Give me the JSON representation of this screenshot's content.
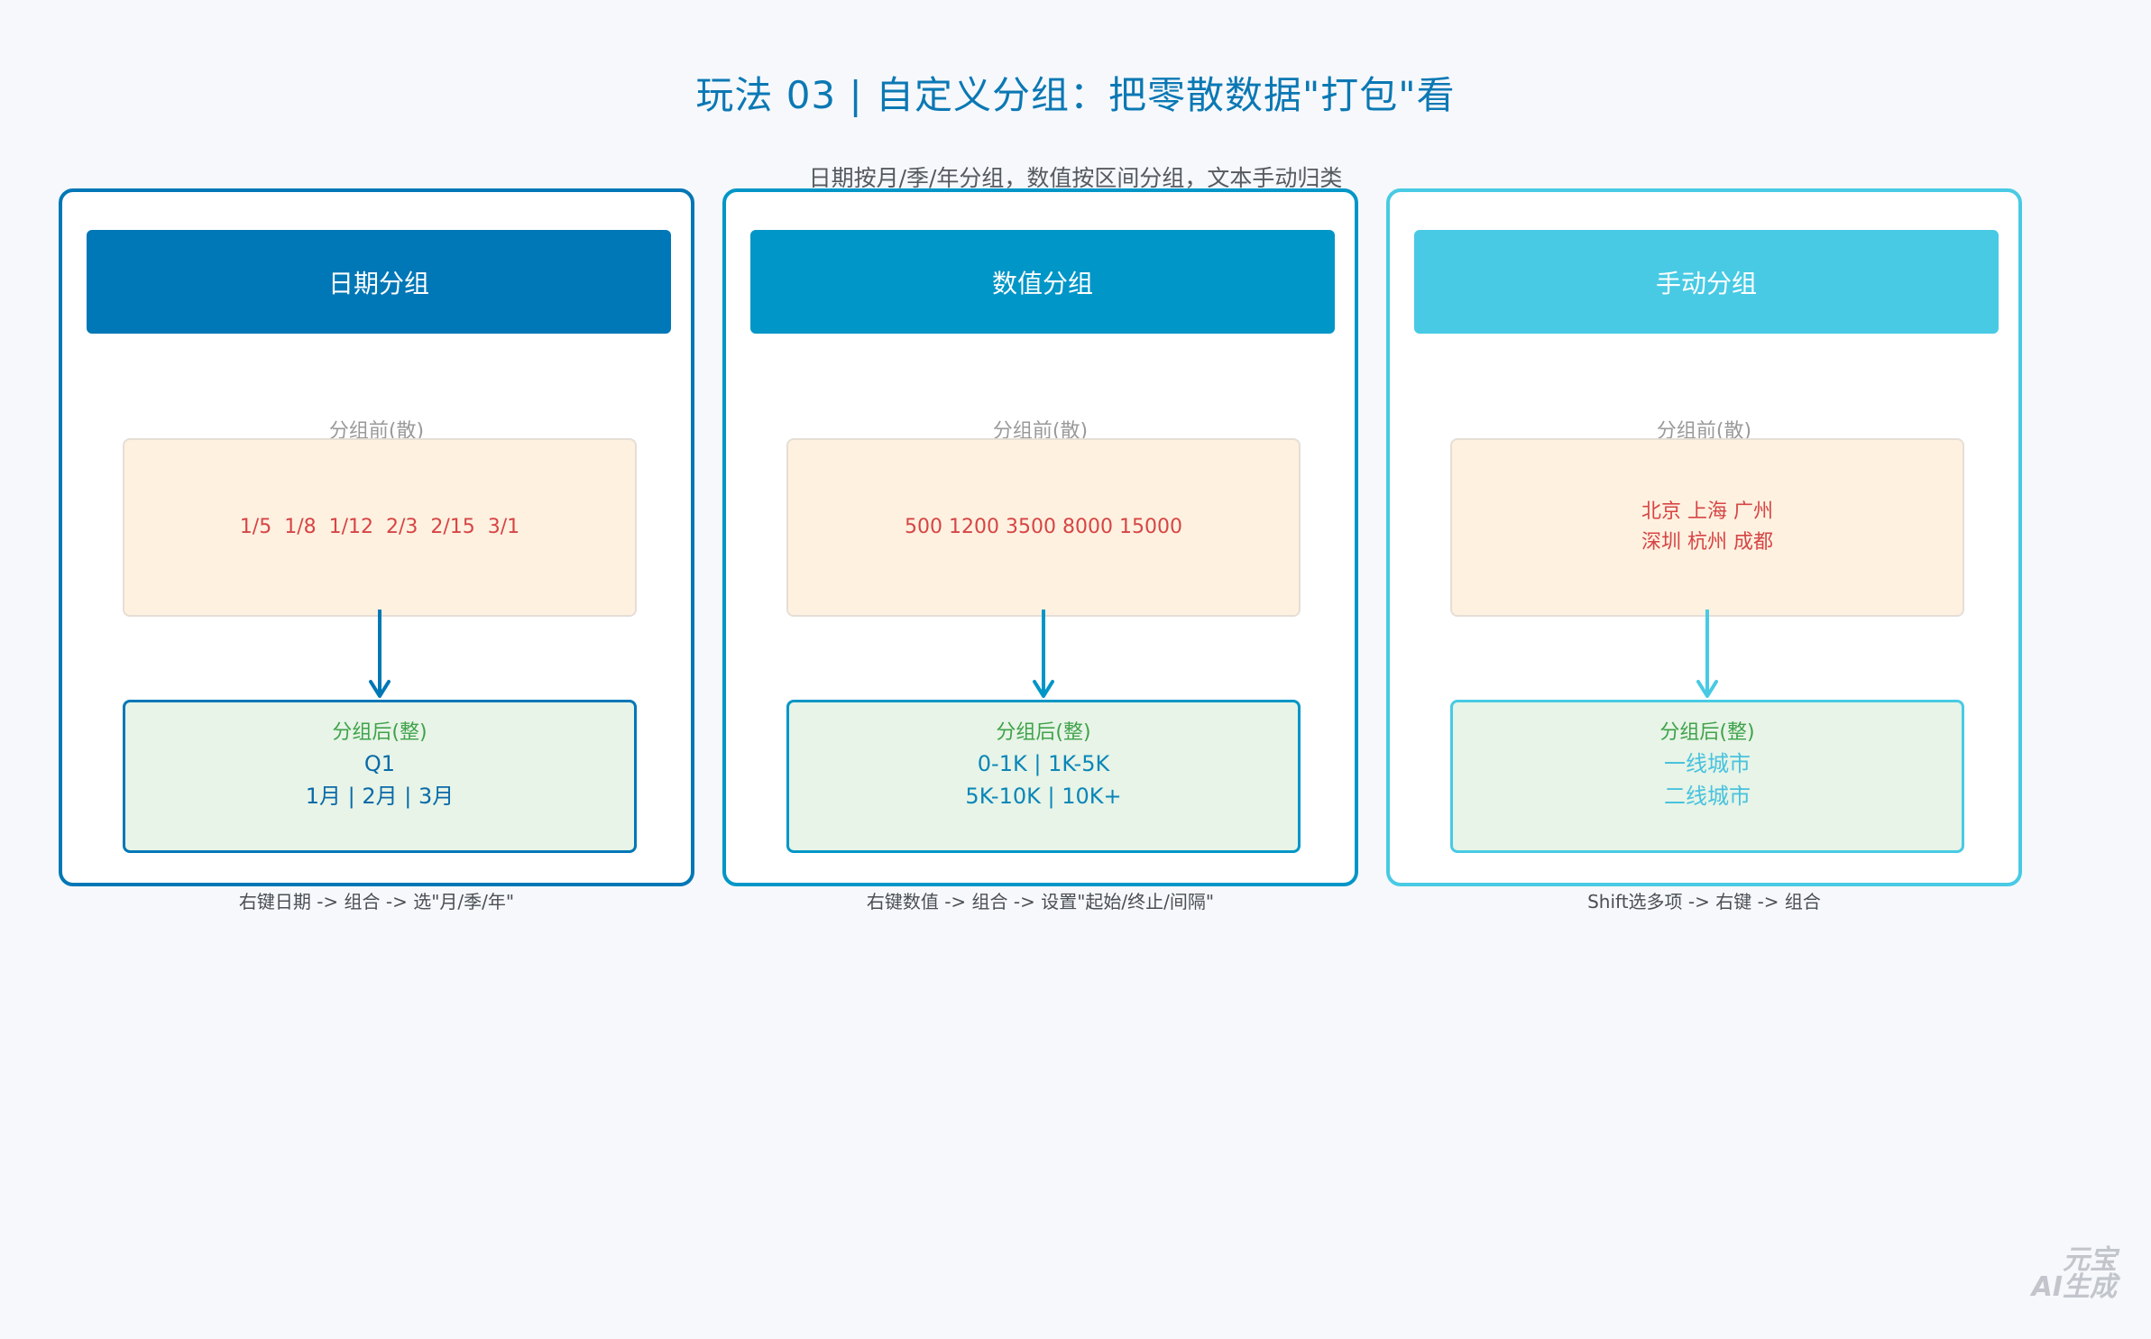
{
  "title": "玩法 03 | 自定义分组：把零散数据\"打包\"看",
  "subtitle": "日期按月/季/年分组，数值按区间分组，文本手动归类",
  "panels": [
    {
      "header": "日期分组",
      "before_label": "分组前(散)",
      "before_lines": [
        "1/5  1/8  1/12  2/3  2/15  3/1"
      ],
      "after_label": "分组后(整)",
      "after_lines": [
        "Q1",
        "1月 | 2月 | 3月"
      ],
      "footnote": "右键日期 -> 组合 -> 选\"月/季/年\"",
      "accent": "#0077b6",
      "after_text_color": "#0a6aa8"
    },
    {
      "header": "数值分组",
      "before_label": "分组前(散)",
      "before_lines": [
        "500 1200 3500 8000 15000"
      ],
      "after_label": "分组后(整)",
      "after_lines": [
        "0-1K | 1K-5K",
        "5K-10K | 10K+"
      ],
      "footnote": "右键数值 -> 组合 -> 设置\"起始/终止/间隔\"",
      "accent": "#0096c7",
      "after_text_color": "#0a86b8"
    },
    {
      "header": "手动分组",
      "before_label": "分组前(散)",
      "before_lines": [
        "北京 上海 广州",
        "深圳 杭州 成都"
      ],
      "after_label": "分组后(整)",
      "after_lines": [
        "一线城市",
        "二线城市"
      ],
      "footnote": "Shift选多项 -> 右键 -> 组合",
      "accent": "#48cae4",
      "after_text_color": "#48c2de"
    }
  ],
  "watermark": [
    "元宝",
    "AI生成"
  ]
}
